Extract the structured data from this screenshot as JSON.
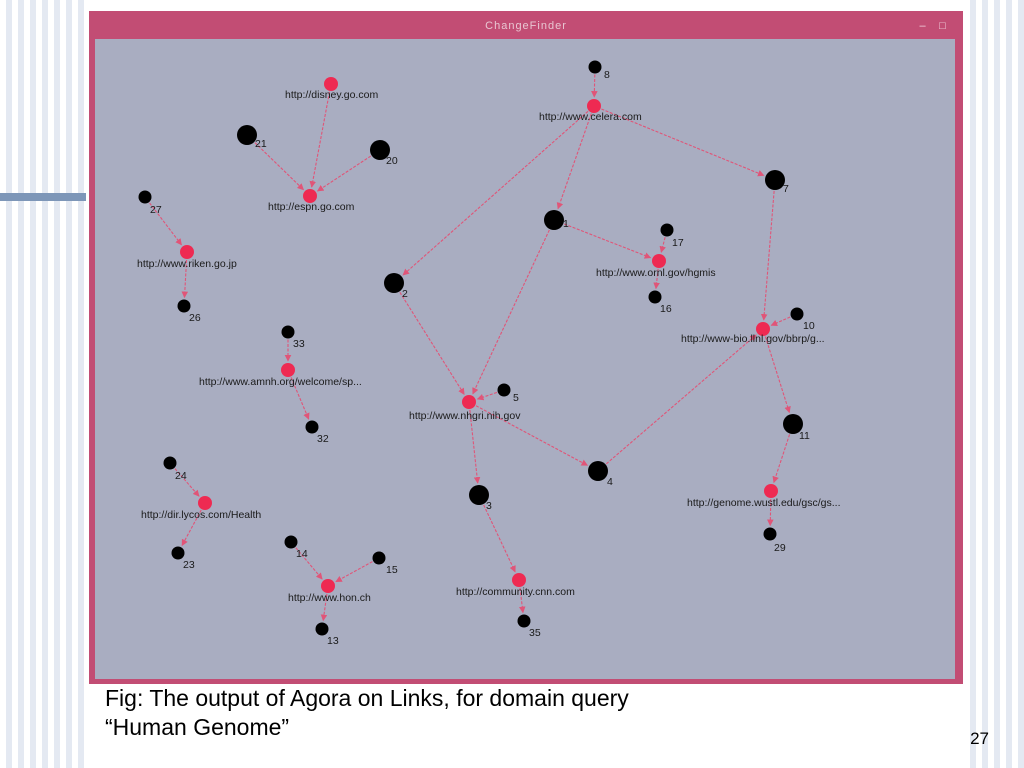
{
  "window": {
    "title": "ChangeFinder",
    "controls": [
      "–",
      "□"
    ]
  },
  "diagram": {
    "edge_color": "#e05578",
    "site_color": "#ee2a52",
    "user_color": "#000000",
    "nodes": [
      {
        "id": "disney",
        "kind": "site",
        "label": "http://disney.go.com"
      },
      {
        "id": "espn",
        "kind": "site",
        "label": "http://espn.go.com"
      },
      {
        "id": "n21",
        "kind": "user",
        "label": "21"
      },
      {
        "id": "n20",
        "kind": "user",
        "label": "20"
      },
      {
        "id": "n8",
        "kind": "user",
        "label": "8"
      },
      {
        "id": "celera",
        "kind": "site",
        "label": "http://www.celera.com"
      },
      {
        "id": "n7",
        "kind": "user",
        "label": "7"
      },
      {
        "id": "n27",
        "kind": "user",
        "label": "27"
      },
      {
        "id": "riken",
        "kind": "site",
        "label": "http://www.riken.go.jp"
      },
      {
        "id": "n26",
        "kind": "user",
        "label": "26"
      },
      {
        "id": "n1",
        "kind": "user",
        "label": "1"
      },
      {
        "id": "n17",
        "kind": "user",
        "label": "17"
      },
      {
        "id": "ornl",
        "kind": "site",
        "label": "http://www.ornl.gov/hgmis"
      },
      {
        "id": "n16",
        "kind": "user",
        "label": "16"
      },
      {
        "id": "n2",
        "kind": "user",
        "label": "2"
      },
      {
        "id": "n10",
        "kind": "user",
        "label": "10"
      },
      {
        "id": "llnl",
        "kind": "site",
        "label": "http://www-bio.llnl.gov/bbrp/g..."
      },
      {
        "id": "n33",
        "kind": "user",
        "label": "33"
      },
      {
        "id": "ammh",
        "kind": "site",
        "label": "http://www.amnh.org/welcome/sp..."
      },
      {
        "id": "n32",
        "kind": "user",
        "label": "32"
      },
      {
        "id": "n5",
        "kind": "user",
        "label": "5"
      },
      {
        "id": "nhgri",
        "kind": "site",
        "label": "http://www.nhgri.nih.gov"
      },
      {
        "id": "n11",
        "kind": "user",
        "label": "11"
      },
      {
        "id": "n4",
        "kind": "user",
        "label": "4"
      },
      {
        "id": "n24",
        "kind": "user",
        "label": "24"
      },
      {
        "id": "lycos",
        "kind": "site",
        "label": "http://dir.lycos.com/Health"
      },
      {
        "id": "n23",
        "kind": "user",
        "label": "23"
      },
      {
        "id": "n3",
        "kind": "user",
        "label": "3"
      },
      {
        "id": "wustl",
        "kind": "site",
        "label": "http://genome.wustl.edu/gsc/gs..."
      },
      {
        "id": "n29",
        "kind": "user",
        "label": "29"
      },
      {
        "id": "n14",
        "kind": "user",
        "label": "14"
      },
      {
        "id": "n15",
        "kind": "user",
        "label": "15"
      },
      {
        "id": "hon",
        "kind": "site",
        "label": "http://www.hon.ch"
      },
      {
        "id": "n13",
        "kind": "user",
        "label": "13"
      },
      {
        "id": "cnn",
        "kind": "site",
        "label": "http://community.cnn.com"
      },
      {
        "id": "n35",
        "kind": "user",
        "label": "35"
      }
    ],
    "edges": [
      [
        "disney",
        "espn"
      ],
      [
        "n21",
        "espn"
      ],
      [
        "n20",
        "espn"
      ],
      [
        "n8",
        "celera"
      ],
      [
        "celera",
        "n7"
      ],
      [
        "celera",
        "n2"
      ],
      [
        "celera",
        "n1"
      ],
      [
        "n27",
        "riken"
      ],
      [
        "riken",
        "n26"
      ],
      [
        "n1",
        "ornl"
      ],
      [
        "n17",
        "ornl"
      ],
      [
        "ornl",
        "n16"
      ],
      [
        "n7",
        "llnl"
      ],
      [
        "n10",
        "llnl"
      ],
      [
        "llnl",
        "n11"
      ],
      [
        "n4",
        "llnl"
      ],
      [
        "n2",
        "nhgri"
      ],
      [
        "n1",
        "nhgri"
      ],
      [
        "n5",
        "nhgri"
      ],
      [
        "nhgri",
        "n4"
      ],
      [
        "nhgri",
        "n3"
      ],
      [
        "n33",
        "ammh"
      ],
      [
        "ammh",
        "n32"
      ],
      [
        "n24",
        "lycos"
      ],
      [
        "lycos",
        "n23"
      ],
      [
        "n11",
        "wustl"
      ],
      [
        "wustl",
        "n29"
      ],
      [
        "n14",
        "hon"
      ],
      [
        "n15",
        "hon"
      ],
      [
        "hon",
        "n13"
      ],
      [
        "n3",
        "cnn"
      ],
      [
        "cnn",
        "n35"
      ]
    ]
  },
  "caption": {
    "line1": "Fig: The output of Agora  on Links, for domain query",
    "line2": "“Human Genome”"
  },
  "page_number": "27"
}
